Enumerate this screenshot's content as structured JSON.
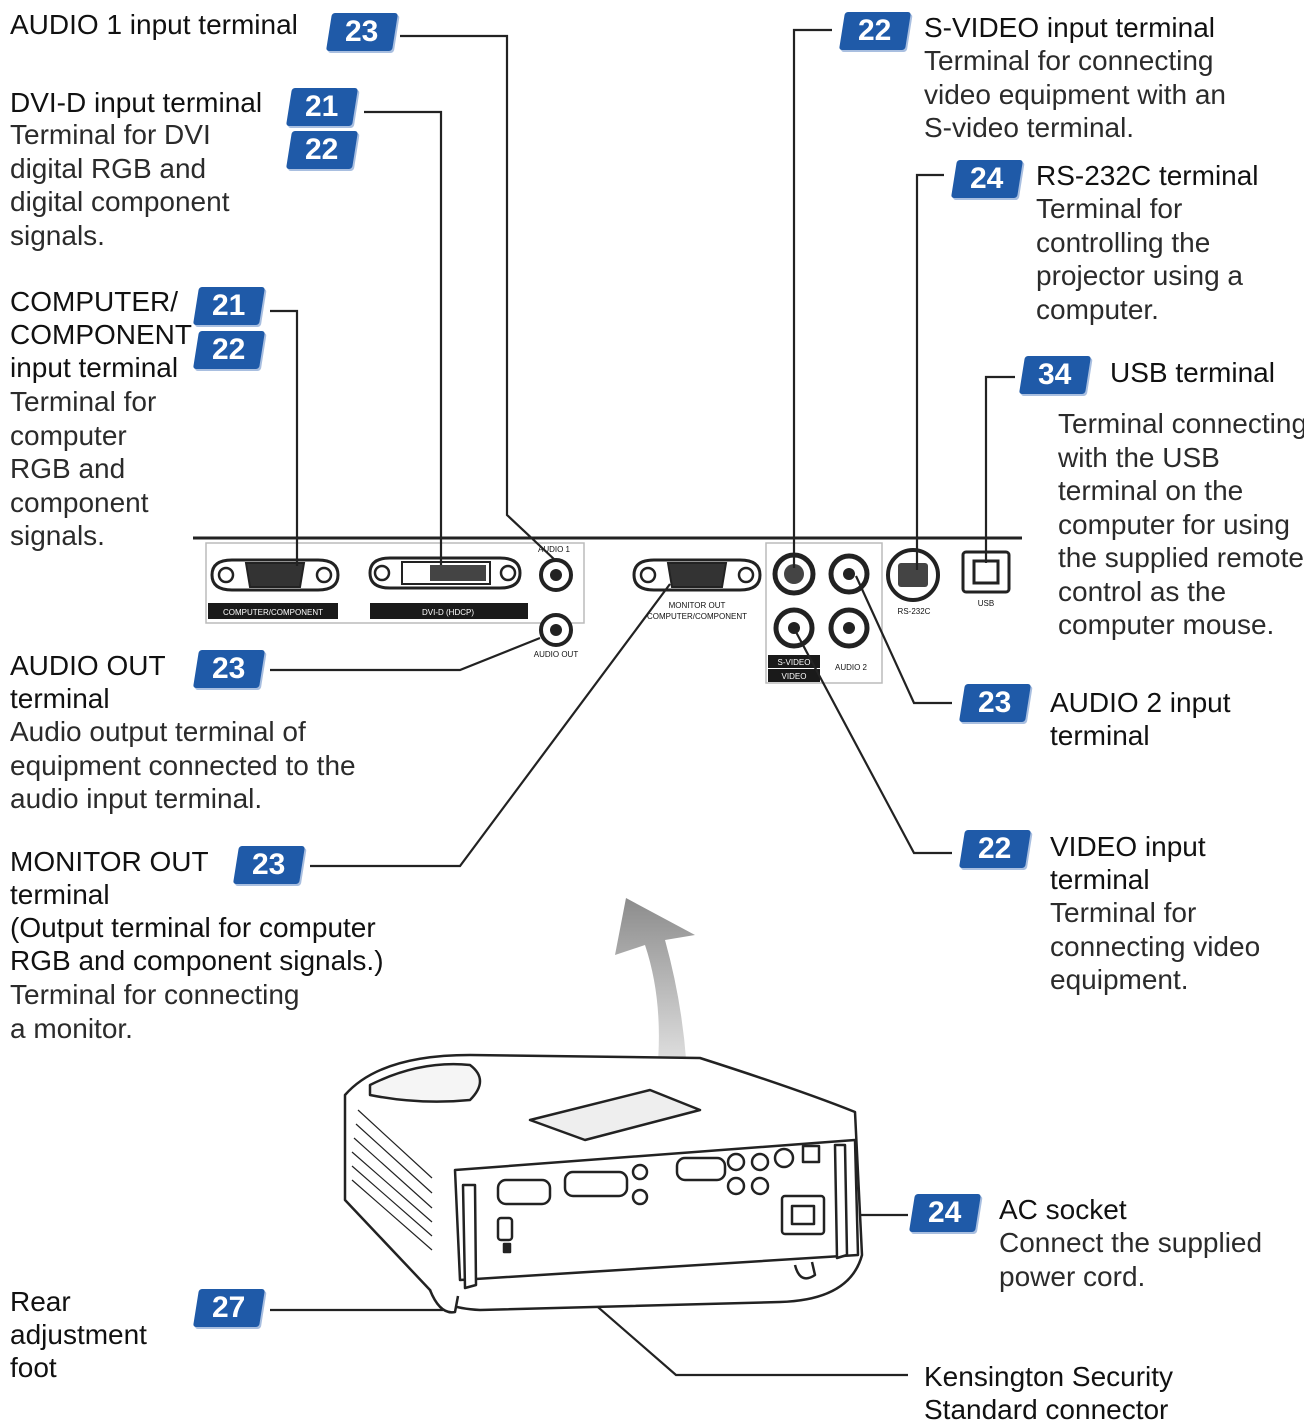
{
  "labels": {
    "audio1": {
      "title": "AUDIO 1 input terminal",
      "desc": [],
      "refs": [
        "23"
      ]
    },
    "dvid": {
      "title": "DVI-D input terminal",
      "desc": [
        "Terminal for DVI",
        "digital RGB and",
        "digital component",
        "signals."
      ],
      "refs": [
        "21",
        "22"
      ]
    },
    "computer": {
      "title_lines": [
        "COMPUTER/",
        "COMPONENT",
        "input terminal"
      ],
      "desc": [
        "Terminal for",
        "computer",
        "RGB and",
        "component",
        "signals."
      ],
      "refs": [
        "21",
        "22"
      ]
    },
    "audio_out": {
      "title_lines": [
        "AUDIO OUT",
        "terminal"
      ],
      "desc": [
        "Audio output terminal of",
        "equipment connected to the",
        "audio input terminal."
      ],
      "refs": [
        "23"
      ]
    },
    "monitor_out": {
      "title_lines": [
        "MONITOR OUT",
        "terminal",
        "(Output terminal for computer",
        "RGB and component signals.)"
      ],
      "desc": [
        "Terminal for connecting",
        "a monitor."
      ],
      "refs": [
        "23"
      ]
    },
    "rear_foot": {
      "title_lines": [
        "Rear",
        "adjustment",
        "foot"
      ],
      "refs": [
        "27"
      ]
    },
    "svideo": {
      "title": "S-VIDEO input terminal",
      "desc": [
        "Terminal for connecting",
        "video equipment with an",
        "S-video terminal."
      ],
      "refs": [
        "22"
      ]
    },
    "rs232c": {
      "title": "RS-232C terminal",
      "desc": [
        "Terminal for",
        "controlling the",
        "projector using a",
        "computer."
      ],
      "refs": [
        "24"
      ]
    },
    "usb": {
      "title": "USB terminal",
      "desc": [
        "Terminal connecting",
        "with the USB",
        "terminal on the",
        "computer for using",
        "the supplied remote",
        "control as the",
        "computer mouse."
      ],
      "refs": [
        "34"
      ]
    },
    "audio2": {
      "title_lines": [
        "AUDIO 2 input",
        "terminal"
      ],
      "refs": [
        "23"
      ]
    },
    "video": {
      "title_lines": [
        "VIDEO input",
        "terminal"
      ],
      "desc": [
        "Terminal for",
        "connecting video",
        "equipment."
      ],
      "refs": [
        "22"
      ]
    },
    "ac_socket": {
      "title": "AC socket",
      "desc": [
        "Connect the supplied",
        "power cord."
      ],
      "refs": [
        "24"
      ]
    },
    "kensington": {
      "title_lines": [
        "Kensington Security",
        "Standard connector"
      ]
    }
  },
  "panel_labels": {
    "computer_component": "COMPUTER/COMPONENT",
    "dvid_hdcp": "DVI-D (HDCP)",
    "audio1": "AUDIO 1",
    "audio_out": "AUDIO OUT",
    "monitor_out": [
      "MONITOR OUT",
      "COMPUTER/COMPONENT"
    ],
    "svideo": "S-VIDEO",
    "video": "VIDEO",
    "audio2": "AUDIO 2",
    "rs232c": "RS-232C",
    "usb": "USB"
  },
  "colors": {
    "badge": "#1f5aa8",
    "leader": "#222222",
    "arrow": "#8c8c8c"
  }
}
